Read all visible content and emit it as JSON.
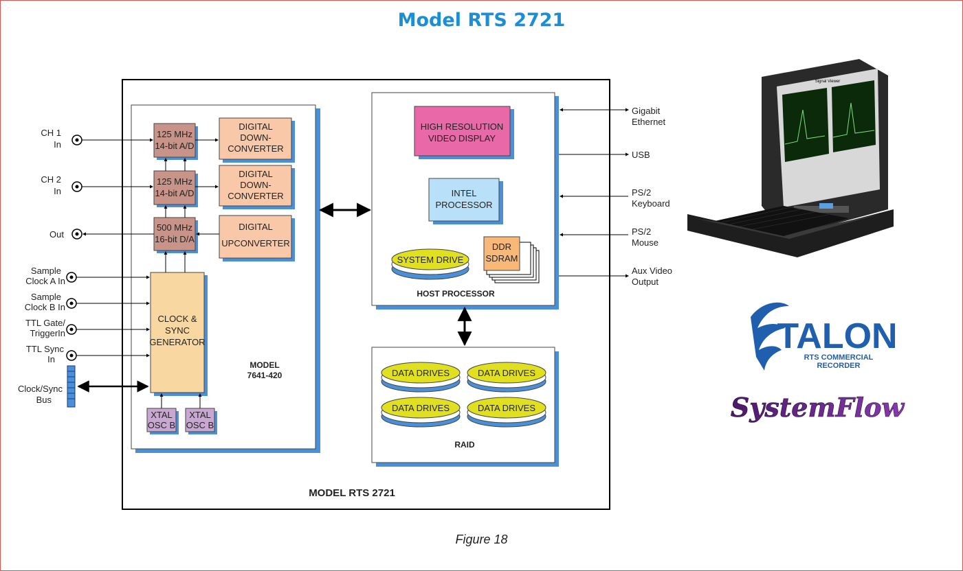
{
  "title": "Model RTS 2721",
  "caption": "Figure 18",
  "system_label": "MODEL RTS 2721",
  "module_label": [
    "MODEL",
    "7641-420"
  ],
  "host_label": "HOST PROCESSOR",
  "raid_label": "RAID",
  "inputs": {
    "ch1": [
      "CH 1",
      "In"
    ],
    "ch2": [
      "CH 2",
      "In"
    ],
    "out": [
      "Out"
    ],
    "clka": [
      "Sample",
      "Clock A In"
    ],
    "clkb": [
      "Sample",
      "Clock B In"
    ],
    "ttlgate": [
      "TTL Gate/",
      "TriggerIn"
    ],
    "ttlsync": [
      "TTL Sync",
      "In"
    ],
    "bus": [
      "Clock/Sync",
      "Bus"
    ]
  },
  "blocks": {
    "adc1": [
      "125 MHz",
      "14-bit A/D"
    ],
    "adc2": [
      "125 MHz",
      "14-bit A/D"
    ],
    "dac": [
      "500 MHz",
      "16-bit D/A"
    ],
    "ddc1": [
      "DIGITAL",
      "DOWN-",
      "CONVERTER"
    ],
    "ddc2": [
      "DIGITAL",
      "DOWN-",
      "CONVERTER"
    ],
    "duc": [
      "DIGITAL",
      "UPCONVERTER"
    ],
    "clock": [
      "CLOCK &",
      "SYNC",
      "GENERATOR"
    ],
    "xtal1": [
      "XTAL",
      "OSC B"
    ],
    "xtal2": [
      "XTAL",
      "OSC B"
    ],
    "video": [
      "HIGH RESOLUTION",
      "VIDEO DISPLAY"
    ],
    "intel": [
      "INTEL",
      "PROCESSOR"
    ],
    "sysdrive": "SYSTEM DRIVE",
    "sdram": [
      "DDR",
      "SDRAM"
    ],
    "data_drives": [
      "DATA DRIVES",
      "DATA DRIVES",
      "DATA DRIVES",
      "DATA DRIVES"
    ]
  },
  "outputs": {
    "gige": [
      "Gigabit",
      "Ethernet"
    ],
    "usb": [
      "USB"
    ],
    "ps2k": [
      "PS/2",
      "Keyboard"
    ],
    "ps2m": [
      "PS/2",
      "Mouse"
    ],
    "aux": [
      "Aux Video",
      "Output"
    ]
  },
  "logos": {
    "talon": "TALON",
    "talon_sub": [
      "RTS COMMERCIAL",
      "RECORDER"
    ],
    "systemflow": "SystemFlow"
  },
  "laptop_screen_title": "Signal Viewer",
  "colors": {
    "title": "#1b8fd6",
    "shadow": "#4a90d9",
    "adc": "#c8948a",
    "converter": "#f8c8a8",
    "clock": "#f8d8a0",
    "xtal": "#c8a8d0",
    "video": "#e868a8",
    "intel": "#b8e0f8",
    "sdram": "#f8b878",
    "drive": "#e0e020",
    "frame": "#d9534f"
  }
}
